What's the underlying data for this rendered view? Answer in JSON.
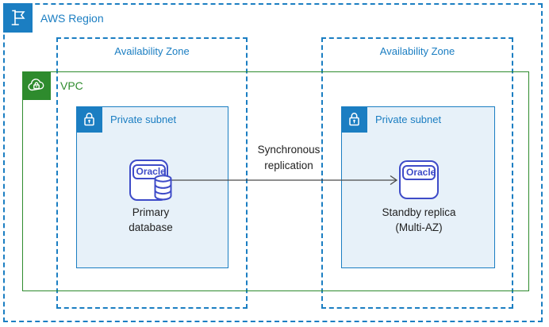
{
  "region": {
    "label": "AWS Region"
  },
  "availability_zones": [
    {
      "label": "Availability Zone"
    },
    {
      "label": "Availability Zone"
    }
  ],
  "vpc": {
    "label": "VPC"
  },
  "subnets": [
    {
      "label": "Private subnet"
    },
    {
      "label": "Private subnet"
    }
  ],
  "nodes": [
    {
      "logo": "Oracle",
      "label_line1": "Primary",
      "label_line2": "database",
      "icon": "oracle-database-icon"
    },
    {
      "logo": "Oracle",
      "label_line1": "Standby replica",
      "label_line2": "(Multi-AZ)",
      "icon": "oracle-icon"
    }
  ],
  "connection": {
    "label_line1": "Synchronous",
    "label_line2": "replication",
    "direction": "left-to-right"
  },
  "icons": {
    "region": "flag-icon",
    "vpc": "cloud-lock-icon",
    "subnet": "lock-icon"
  },
  "colors": {
    "aws_blue": "#1B7EC2",
    "vpc_green": "#2E8B2D",
    "subnet_fill": "#E7F1F9",
    "oracle_indigo": "#3E4BC8",
    "arrow_gray": "#4A4A4A",
    "label_text": "#1F1F1F"
  }
}
